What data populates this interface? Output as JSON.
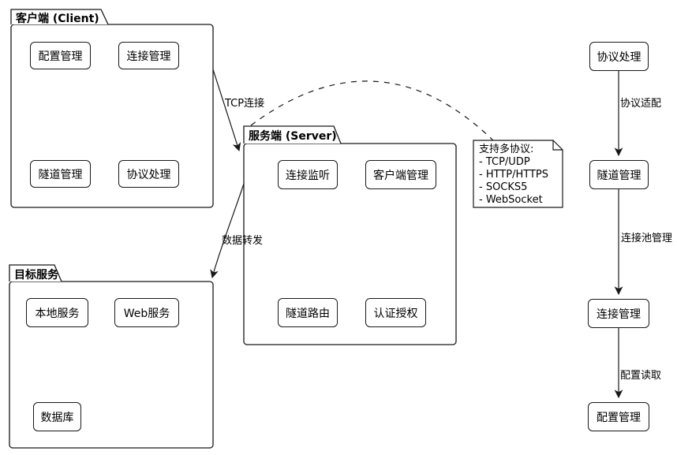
{
  "packages": {
    "client": {
      "title": "客户端 (Client)"
    },
    "server": {
      "title": "服务端 (Server)"
    },
    "target": {
      "title": "目标服务"
    }
  },
  "nodes": {
    "client_config": "配置管理",
    "client_conn": "连接管理",
    "client_tunnel": "隧道管理",
    "client_proto": "协议处理",
    "server_listen": "连接监听",
    "server_clients": "客户端管理",
    "server_route": "隧道路由",
    "server_auth": "认证授权",
    "target_local": "本地服务",
    "target_web": "Web服务",
    "target_db": "数据库",
    "flow_proto": "协议处理",
    "flow_tunnel": "隧道管理",
    "flow_conn": "连接管理",
    "flow_config": "配置管理"
  },
  "edge_labels": {
    "tcp": "TCP连接",
    "forward": "数据转发",
    "adapt": "协议适配",
    "pool": "连接池管理",
    "read": "配置读取"
  },
  "note": {
    "line1": "支持多协议:",
    "line2": "- TCP/UDP",
    "line3": "- HTTP/HTTPS",
    "line4": "- SOCKS5",
    "line5": "- WebSocket"
  },
  "colors": {
    "line": "#181818",
    "node_fill": "#ffffff",
    "background": "#ffffff",
    "text": "#000000"
  }
}
